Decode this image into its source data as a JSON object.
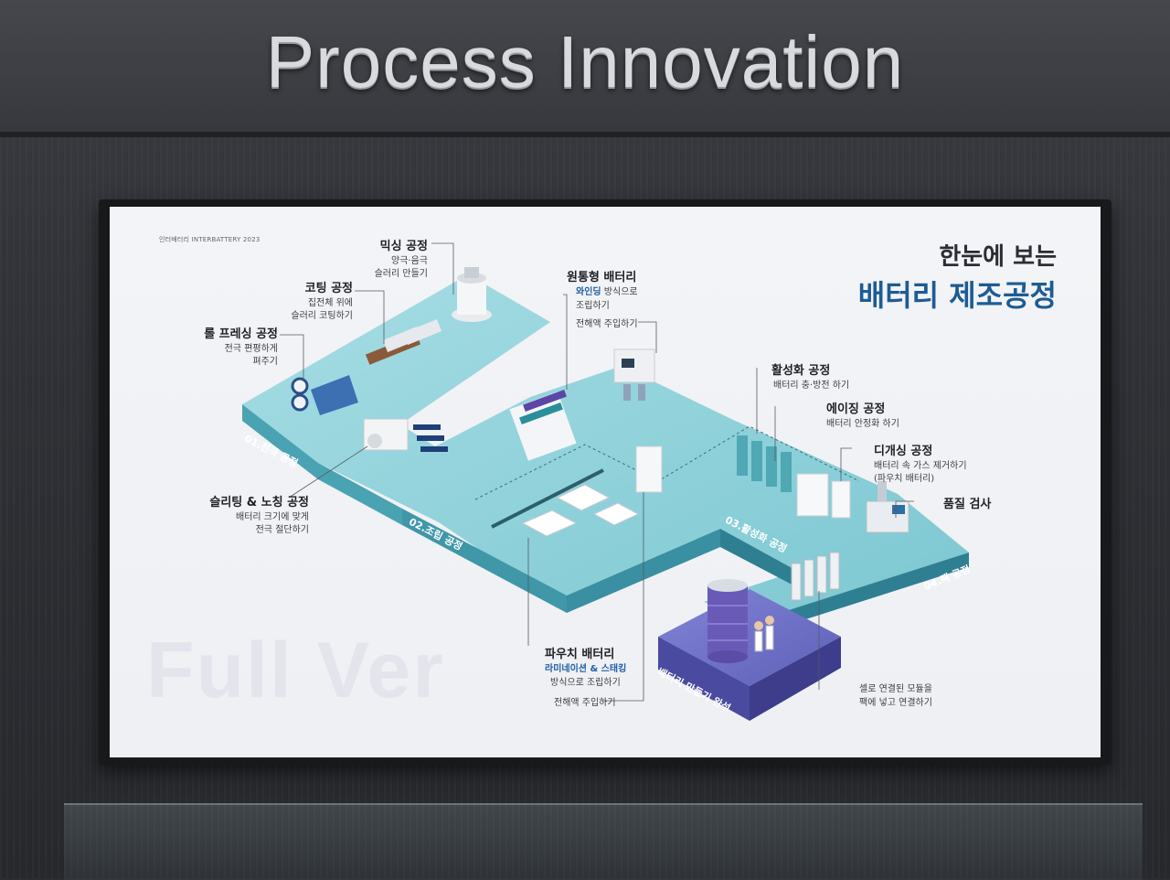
{
  "sign_title": "Process Innovation",
  "screen": {
    "event_tag": "인터배터리 INTERBATTERY 2023",
    "heading_line1": "한눈에 보는",
    "heading_line2": "배터리 제조공정",
    "watermark": "Full Ver",
    "stages": {
      "s1": "01.전극 공정",
      "s2": "02.조립 공정",
      "s3": "03.활성화 공정",
      "s4": "04.팩 공정",
      "final": "배터리 만들기 완성"
    },
    "steps": {
      "mixing": {
        "title": "믹싱 공정",
        "line1": "양극·음극",
        "line2": "슬러리 만들기"
      },
      "coating": {
        "title": "코팅 공정",
        "line1": "집전체 위에",
        "line2": "슬러리 코팅하기"
      },
      "roll": {
        "title": "롤 프레싱 공정",
        "line1": "전극 편평하게",
        "line2": "펴주기"
      },
      "slitting": {
        "title": "슬리팅 & 노칭 공정",
        "line1": "배터리 크기에 맞게",
        "line2": "전극 절단하기"
      },
      "cylindrical": {
        "title": "원통형 배터리",
        "highlight": "와인딩",
        "rest": " 방식으로",
        "line2": "조립하기",
        "line3": "전해액 주입하기"
      },
      "pouch": {
        "title": "파우치 배터리",
        "highlight": "라미네이션 & 스태킹",
        "line2": "방식으로 조립하기",
        "line3": "전해액 주입하기"
      },
      "activation": {
        "title": "활성화 공정",
        "line1": "배터리 충·방전 하기"
      },
      "aging": {
        "title": "에이징 공정",
        "line1": "배터리 안정화 하기"
      },
      "degassing": {
        "title": "디개싱 공정",
        "line1": "배터리 속 가스 제거하기",
        "line2": "(파우치 배터리)"
      },
      "quality": {
        "title": "품질 검사"
      },
      "module": {
        "line1": "셀로 연결된 모듈을",
        "line2": "팩에 넣고 연결하기"
      }
    }
  },
  "colors": {
    "platform_top": "#8fd2db",
    "platform_side": "#3f97a8",
    "platform_dark": "#2f7f92",
    "pack_top": "#6d6fc7",
    "pack_side": "#4a4aa0",
    "heading_blue": "#1d5c93"
  }
}
